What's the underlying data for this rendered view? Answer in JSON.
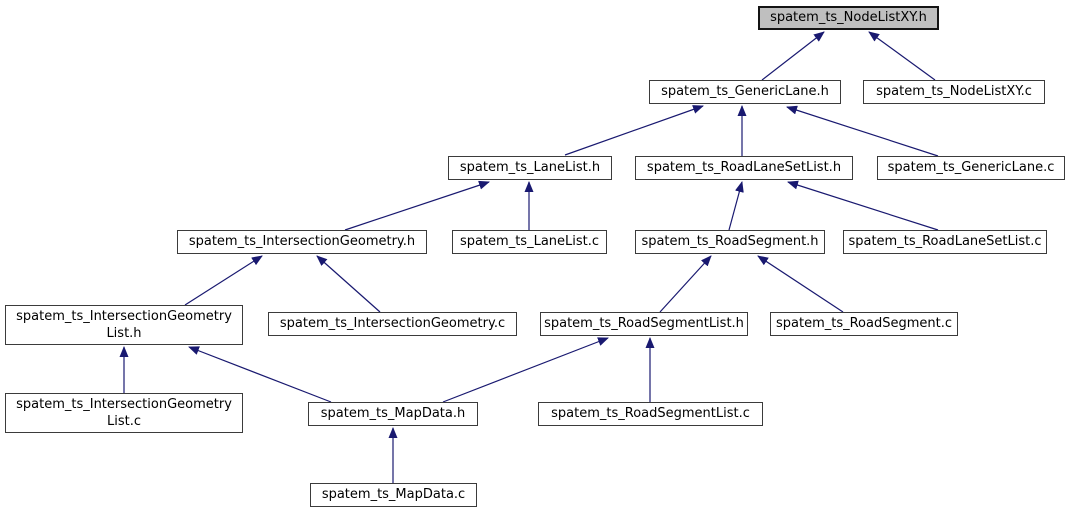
{
  "diagram": {
    "type": "include-dependency-graph",
    "main_node": "spatem_ts_NodeListXY.h",
    "colors": {
      "background": "#ffffff",
      "edge": "#191970",
      "node_fill": "#ffffff",
      "node_border": "#3b3b3b",
      "main_node_fill": "#bfbfbf",
      "text": "#000000"
    },
    "nodes": [
      {
        "id": "nodelistxy_h",
        "label": "spatem_ts_NodeListXY.h",
        "main": true
      },
      {
        "id": "genericlane_h",
        "label": "spatem_ts_GenericLane.h",
        "main": false
      },
      {
        "id": "nodelistxy_c",
        "label": "spatem_ts_NodeListXY.c",
        "main": false
      },
      {
        "id": "lanelist_h",
        "label": "spatem_ts_LaneList.h",
        "main": false
      },
      {
        "id": "roadlanesetlist_h",
        "label": "spatem_ts_RoadLaneSetList.h",
        "main": false
      },
      {
        "id": "genericlane_c",
        "label": "spatem_ts_GenericLane.c",
        "main": false
      },
      {
        "id": "intersectiongeometry_h",
        "label": "spatem_ts_IntersectionGeometry.h",
        "main": false
      },
      {
        "id": "lanelist_c",
        "label": "spatem_ts_LaneList.c",
        "main": false
      },
      {
        "id": "roadsegment_h",
        "label": "spatem_ts_RoadSegment.h",
        "main": false
      },
      {
        "id": "roadlanesetlist_c",
        "label": "spatem_ts_RoadLaneSetList.c",
        "main": false
      },
      {
        "id": "intersectiongeometrylist_h",
        "label": "spatem_ts_IntersectionGeometry\nList.h",
        "main": false
      },
      {
        "id": "intersectiongeometry_c",
        "label": "spatem_ts_IntersectionGeometry.c",
        "main": false
      },
      {
        "id": "roadsegmentlist_h",
        "label": "spatem_ts_RoadSegmentList.h",
        "main": false
      },
      {
        "id": "roadsegment_c",
        "label": "spatem_ts_RoadSegment.c",
        "main": false
      },
      {
        "id": "intersectiongeometrylist_c",
        "label": "spatem_ts_IntersectionGeometry\nList.c",
        "main": false
      },
      {
        "id": "mapdata_h",
        "label": "spatem_ts_MapData.h",
        "main": false
      },
      {
        "id": "roadsegmentlist_c",
        "label": "spatem_ts_RoadSegmentList.c",
        "main": false
      },
      {
        "id": "mapdata_c",
        "label": "spatem_ts_MapData.c",
        "main": false
      }
    ],
    "edges": [
      {
        "from": "genericlane_h",
        "to": "nodelistxy_h"
      },
      {
        "from": "nodelistxy_c",
        "to": "nodelistxy_h"
      },
      {
        "from": "lanelist_h",
        "to": "genericlane_h"
      },
      {
        "from": "roadlanesetlist_h",
        "to": "genericlane_h"
      },
      {
        "from": "genericlane_c",
        "to": "genericlane_h"
      },
      {
        "from": "intersectiongeometry_h",
        "to": "lanelist_h"
      },
      {
        "from": "lanelist_c",
        "to": "lanelist_h"
      },
      {
        "from": "roadsegment_h",
        "to": "roadlanesetlist_h"
      },
      {
        "from": "roadlanesetlist_c",
        "to": "roadlanesetlist_h"
      },
      {
        "from": "intersectiongeometrylist_h",
        "to": "intersectiongeometry_h"
      },
      {
        "from": "intersectiongeometry_c",
        "to": "intersectiongeometry_h"
      },
      {
        "from": "roadsegmentlist_h",
        "to": "roadsegment_h"
      },
      {
        "from": "roadsegment_c",
        "to": "roadsegment_h"
      },
      {
        "from": "intersectiongeometrylist_c",
        "to": "intersectiongeometrylist_h"
      },
      {
        "from": "mapdata_h",
        "to": "intersectiongeometrylist_h"
      },
      {
        "from": "mapdata_h",
        "to": "roadsegmentlist_h"
      },
      {
        "from": "roadsegmentlist_c",
        "to": "roadsegmentlist_h"
      },
      {
        "from": "mapdata_c",
        "to": "mapdata_h"
      }
    ]
  }
}
